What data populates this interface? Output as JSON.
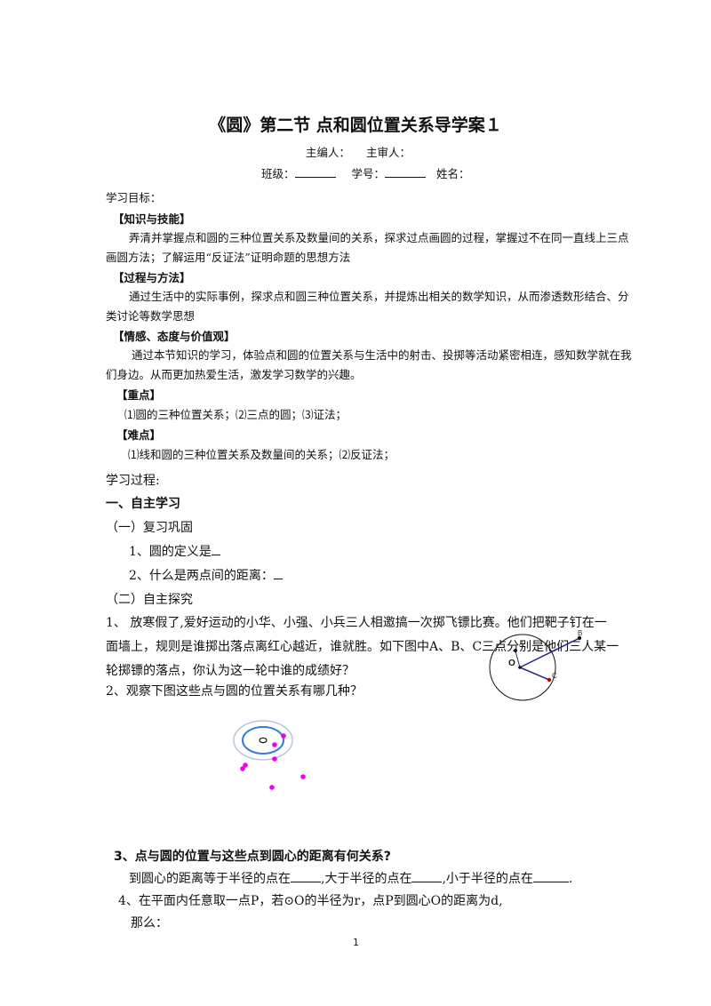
{
  "title": "《圆》第二节  点和圆位置关系导学案１",
  "editors": {
    "chief_editor": "主编人：",
    "reviewer": "主审人："
  },
  "info": {
    "class_label": "班级：",
    "number_label": "学号：",
    "name_label": "姓名："
  },
  "goals": {
    "heading": "学习目标：",
    "knowledge": {
      "label": "【知识与技能】",
      "line1": "弄清并掌握点和圆的三种位置关系及数量间的关系，探求过点画圆的过程，掌握过不在同一直线上三点",
      "line2": "画圆方法；了解运用“反证法”证明命题的思想方法"
    },
    "process": {
      "label": "【过程与方法】",
      "line1": "通过生活中的实际事例，探求点和圆三种位置关系，并提炼出相关的数学知识，从而渗透数形结合、分",
      "line2": "类讨论等数学思想"
    },
    "emotion": {
      "label": "【情感、态度与价值观】",
      "line1": "通过本节知识的学习，体验点和圆的位置关系与生活中的射击、投掷等活动紧密相连，感知数学就在我",
      "line2": "们身边。从而更加热爱生活，激发学习数学的兴趣。"
    },
    "key": {
      "label": "【重点】",
      "text": "⑴圆的三种位置关系；⑵三点的圆；⑶证法；"
    },
    "difficult": {
      "label": "【难点】",
      "text": "⑴线和圆的三种位置关系及数量间的关系；⑵反证法；"
    }
  },
  "process": {
    "heading": "学习过程:",
    "section1": "一、自主学习",
    "sub1": "（一）复习巩固",
    "q1": "1、圆的定义是",
    "q2": "2、什么是两点间的距离：",
    "sub2": "（二）自主探究",
    "p1_line1": "1、  放寒假了,爱好运动的小华、小强、小兵三人相邀搞一次掷飞镖比赛。他们把靶子钉在一",
    "p1_line2": "面墙上，规则是谁掷出落点离红心越近，谁就胜。如下图中A、B、C三点分别是他们三人某一",
    "p1_line3": "轮掷镖的落点，你认为这一轮中谁的成绩好？",
    "p2": "2、观察下图这些点与圆的位置关系有哪几种？",
    "p3": "3、点与圆的位置与这些点到圆心的距离有何关系?",
    "p3_fill_a": "到圆心的距离等于半径的点在",
    "p3_fill_b": ",大于半径的点在",
    "p3_fill_c": ",小于半径的点在",
    "p3_fill_end": ".",
    "p4_line1": "4、在平面内任意取一点P，若⊙O的半径为r，点P到圆心O的距离为d,",
    "p4_line2": "那么："
  },
  "figure1": {
    "label_a": "A",
    "label_b": "B",
    "label_c": "C",
    "label_o": "O"
  },
  "figure2": {
    "label_o": "o",
    "point_color": "#ee00ee",
    "circle_color": "#3a7bd5"
  },
  "page_number": "1"
}
